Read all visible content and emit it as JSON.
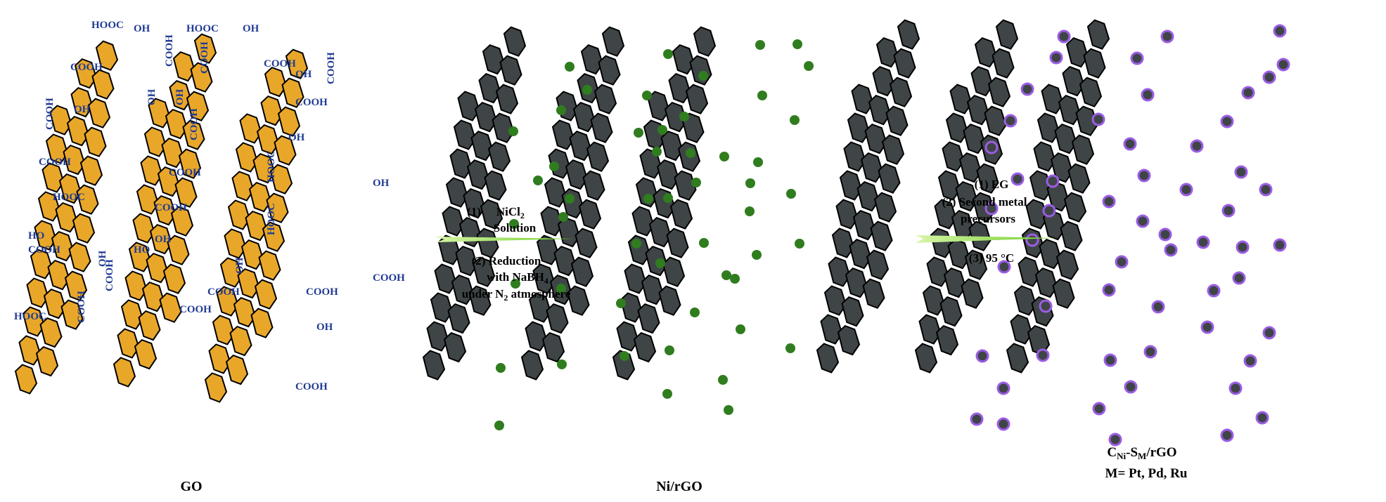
{
  "colors": {
    "go_sheet": "#e9a72a",
    "rgo_sheet": "#3f4547",
    "ni_particle": "#2f7d1e",
    "second_metal_ring": "#9b5de5",
    "functional_group_text": "#1f3a93",
    "arrow": "#6fcf2b"
  },
  "go": {
    "label": "GO",
    "groups": [
      "HOOC",
      "OH",
      "COOH",
      "OH",
      "COOH",
      "OH",
      "COOH",
      "HOOC",
      "COOH",
      "HO",
      "COOH",
      "HOOC",
      "OH",
      "COOH",
      "COOH",
      "HOOC",
      "OH",
      "COOH",
      "COOH",
      "OH",
      "COOH",
      "COOH",
      "OH",
      "HO",
      "OH",
      "COOH",
      "COOH",
      "COOH",
      "OH",
      "COOH",
      "COOH",
      "OH",
      "HOOC",
      "OH",
      "HOOC",
      "COOH",
      "COOH",
      "OH",
      "COOH"
    ]
  },
  "step1": {
    "line1_num": "(1)",
    "line1_text": "NiCl",
    "line1_sub": "2",
    "line2": "Solution",
    "line3": "(2)  Reduction",
    "line4_text": "with NaBH",
    "line4_sub": "4",
    "line5_pre": "under N",
    "line5_sub": "2",
    "line5_post": " atmosphere"
  },
  "nirgo": {
    "label": "Ni/rGO"
  },
  "step2": {
    "line1": "(1) EG",
    "line2": "(2)  Second metal",
    "line3": "precursors",
    "line4": "(3) 95 °C"
  },
  "product": {
    "label_c": "C",
    "label_ni": "Ni",
    "label_mid": "-S",
    "label_m": "M",
    "label_tail": "/rGO",
    "metals": "M= Pt, Pd, Ru"
  }
}
